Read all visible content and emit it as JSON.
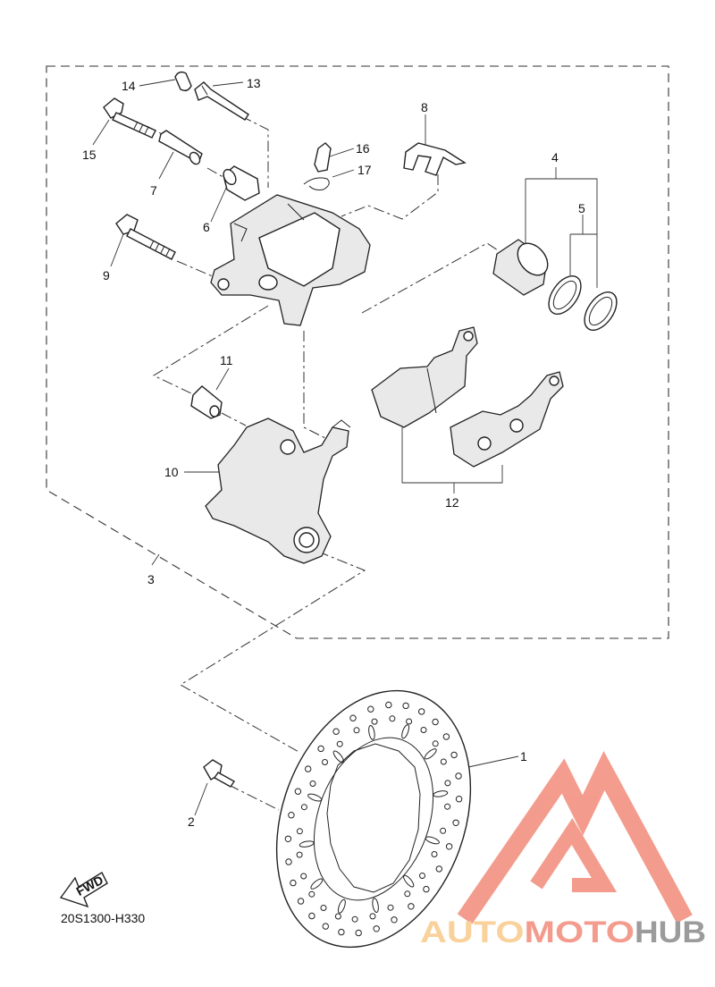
{
  "diagram": {
    "drawing_code": "20S1300-H330",
    "fwd_label": "FWD",
    "callouts": [
      {
        "id": "1",
        "label": "1"
      },
      {
        "id": "2",
        "label": "2"
      },
      {
        "id": "3",
        "label": "3"
      },
      {
        "id": "4",
        "label": "4"
      },
      {
        "id": "5",
        "label": "5"
      },
      {
        "id": "6",
        "label": "6"
      },
      {
        "id": "7",
        "label": "7"
      },
      {
        "id": "8",
        "label": "8"
      },
      {
        "id": "9",
        "label": "9"
      },
      {
        "id": "10",
        "label": "10"
      },
      {
        "id": "11",
        "label": "11"
      },
      {
        "id": "12",
        "label": "12"
      },
      {
        "id": "13",
        "label": "13"
      },
      {
        "id": "14",
        "label": "14"
      },
      {
        "id": "15",
        "label": "15"
      },
      {
        "id": "16",
        "label": "16"
      },
      {
        "id": "17",
        "label": "17"
      }
    ]
  },
  "watermark": {
    "part1": "AUTOMOTO",
    "part2": "HUB",
    "color_primary": "#f28b7a",
    "color_secondary": "#f9c98a",
    "color_hub": "#8a8a8a"
  }
}
